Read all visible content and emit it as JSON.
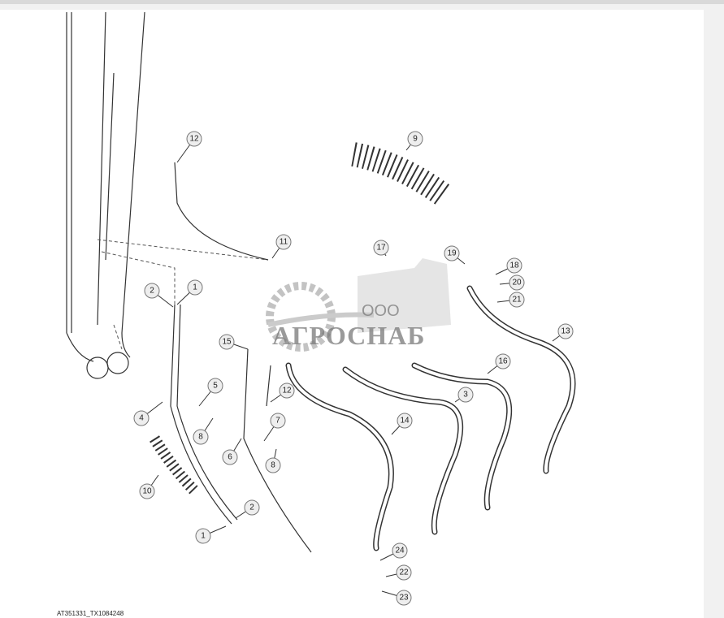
{
  "diagram": {
    "caption": "AT351331_TX1084248",
    "watermark": {
      "prefix": "ООО",
      "name": "АГРОСНАБ"
    },
    "callouts": [
      "12",
      "9",
      "11",
      "17",
      "19",
      "18",
      "20",
      "21",
      "2",
      "1",
      "13",
      "15",
      "16",
      "5",
      "12",
      "3",
      "4",
      "8",
      "7",
      "14",
      "6",
      "8",
      "10",
      "2",
      "1",
      "24",
      "22",
      "23"
    ]
  }
}
